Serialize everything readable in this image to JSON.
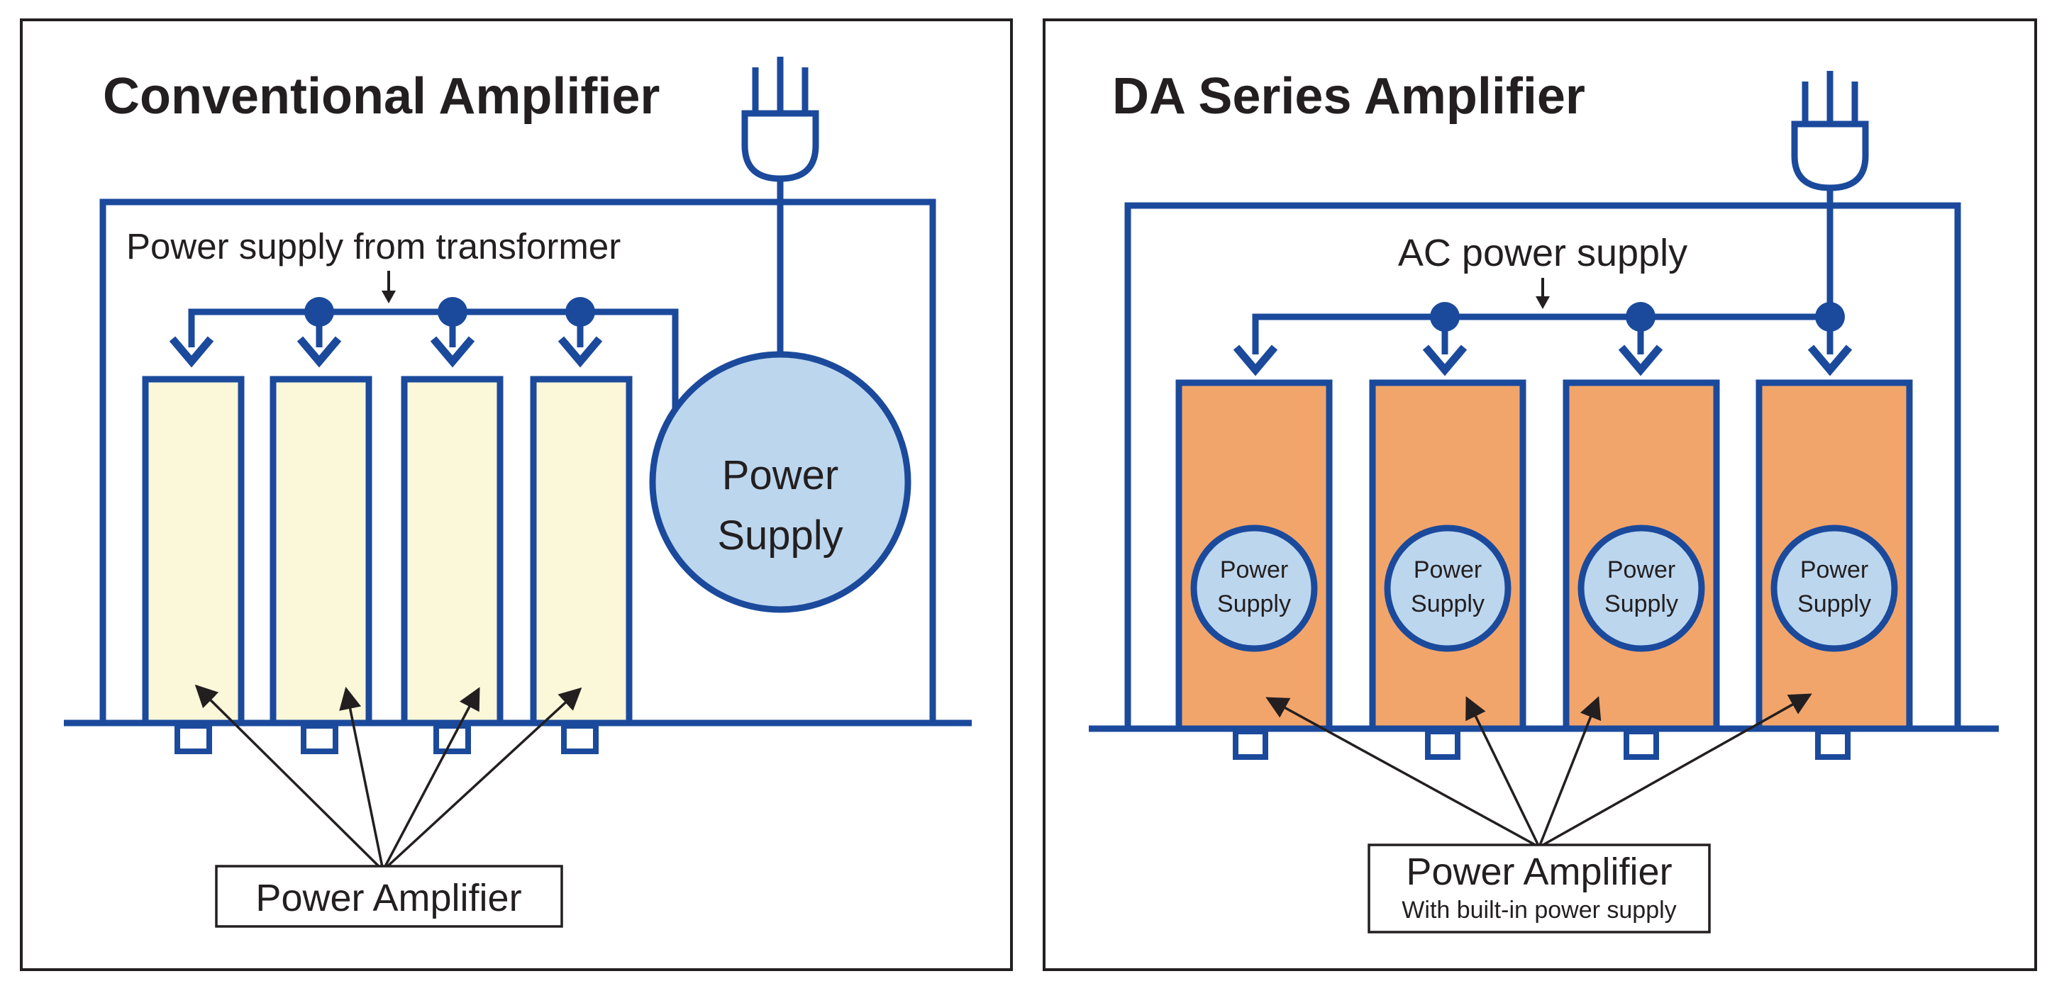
{
  "panels": {
    "conventional": {
      "title": "Conventional Amplifier",
      "supply_label": "Power supply from transformer",
      "power_supply_line1": "Power",
      "power_supply_line2": "Supply",
      "amplifier_label": "Power Amplifier",
      "amplifier_count": 4
    },
    "da_series": {
      "title": "DA Series Amplifier",
      "supply_label": "AC power supply",
      "module_supply_line1": "Power",
      "module_supply_line2": "Supply",
      "amplifier_label": "Power Amplifier",
      "amplifier_sublabel": "With built-in power supply",
      "amplifier_count": 4
    }
  },
  "colors": {
    "wire": "#1b4a9c",
    "conventional_amp_fill": "#fbf7d9",
    "da_amp_fill": "#f2a56b",
    "power_supply_fill": "#bcd6ee",
    "frame": "#231f20",
    "text": "#231f20"
  }
}
